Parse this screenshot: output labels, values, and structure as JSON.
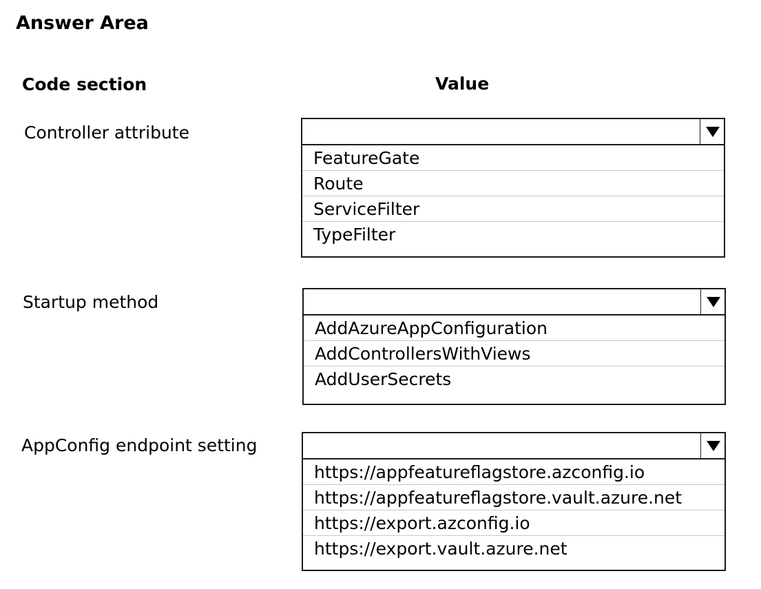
{
  "title": "Answer Area",
  "headers": {
    "code_section": "Code section",
    "value": "Value"
  },
  "sections": [
    {
      "label": "Controller attribute",
      "selected": "",
      "options": [
        "FeatureGate",
        "Route",
        "ServiceFilter",
        "TypeFilter"
      ]
    },
    {
      "label": "Startup method",
      "selected": "",
      "options": [
        "AddAzureAppConfiguration",
        "AddControllersWithViews",
        "AddUserSecrets"
      ]
    },
    {
      "label": "AppConfig endpoint setting",
      "selected": "",
      "options": [
        "https://appfeatureflagstore.azconfig.io",
        "https://appfeatureflagstore.vault.azure.net",
        "https://export.azconfig.io",
        "https://export.vault.azure.net"
      ]
    }
  ],
  "icons": {
    "dropdown_arrow": "triangle-down-icon"
  }
}
